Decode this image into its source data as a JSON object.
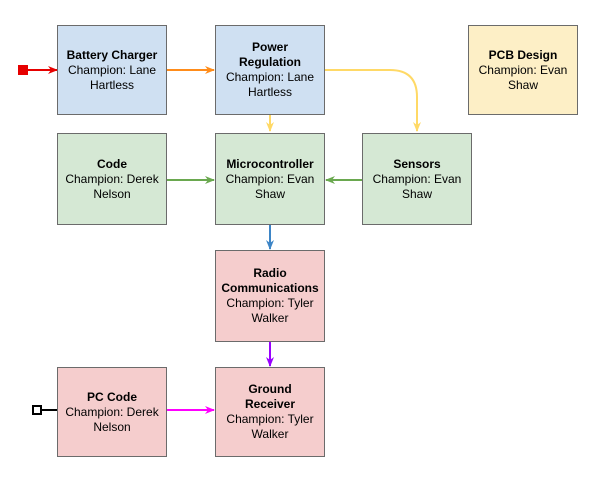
{
  "nodes": {
    "battery_charger": {
      "title": "Battery Charger",
      "champion": "Champion: Lane Hartless"
    },
    "power_regulation": {
      "title": "Power Regulation",
      "champion": "Champion: Lane Hartless"
    },
    "pcb_design": {
      "title": "PCB Design",
      "champion": "Champion: Evan Shaw"
    },
    "code": {
      "title": "Code",
      "champion": "Champion: Derek Nelson"
    },
    "microcontroller": {
      "title": "Microcontroller",
      "champion": "Champion: Evan Shaw"
    },
    "sensors": {
      "title": "Sensors",
      "champion": "Champion: Evan Shaw"
    },
    "radio_communications": {
      "title": "Radio Communications",
      "champion": "Champion: Tyler Walker"
    },
    "pc_code": {
      "title": "PC Code",
      "champion": "Champion: Derek Nelson"
    },
    "ground_receiver": {
      "title": "Ground Receiver",
      "champion": "Champion: Tyler Walker"
    }
  },
  "colors": {
    "blue_fill": "#cfe0f2",
    "green_fill": "#d5e8d4",
    "red_fill": "#f5cdcd",
    "yellow_fill": "#fdefc6",
    "red_arrow": "#e60000",
    "orange_arrow": "#ff8c1a",
    "yellow_arrow": "#ffd966",
    "green_arrow": "#6aa84f",
    "blue_arrow": "#3d85c6",
    "purple_arrow": "#9900ff",
    "magenta_arrow": "#ff00ff",
    "black_line": "#000000"
  }
}
